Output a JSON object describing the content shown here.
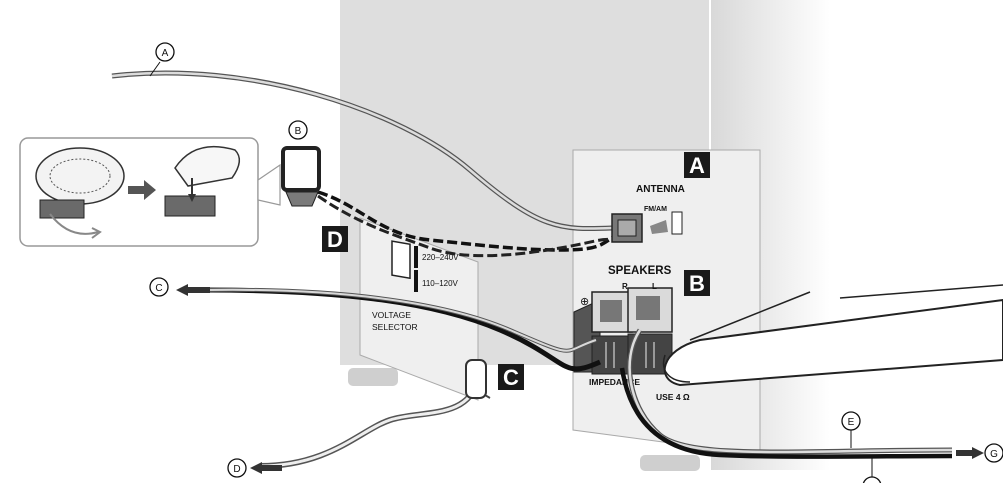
{
  "callouts": {
    "a": "A",
    "b": "B",
    "c": "C",
    "d": "D",
    "e": "E",
    "g": "G"
  },
  "box_labels": {
    "a": "A",
    "b": "B",
    "c": "C",
    "d": "D"
  },
  "panel": {
    "antenna": "ANTENNA",
    "fm_am": "FM/AM",
    "speakers": "SPEAKERS",
    "r": "R",
    "l": "L",
    "plus": "⊕",
    "impedance": "IMPEDANCE",
    "use": "USE 4 Ω"
  },
  "voltage": {
    "v220": "220–240V",
    "v110": "110–120V",
    "label_line1": "VOLTAGE",
    "label_line2": "SELECTOR"
  },
  "colors": {
    "unit_body": "#dcdcdc",
    "panel": "#ececec",
    "label_box": "#1a1a1a",
    "cable_gray": "#8c8c8c",
    "cable_black": "#111111",
    "outline": "#333333"
  }
}
